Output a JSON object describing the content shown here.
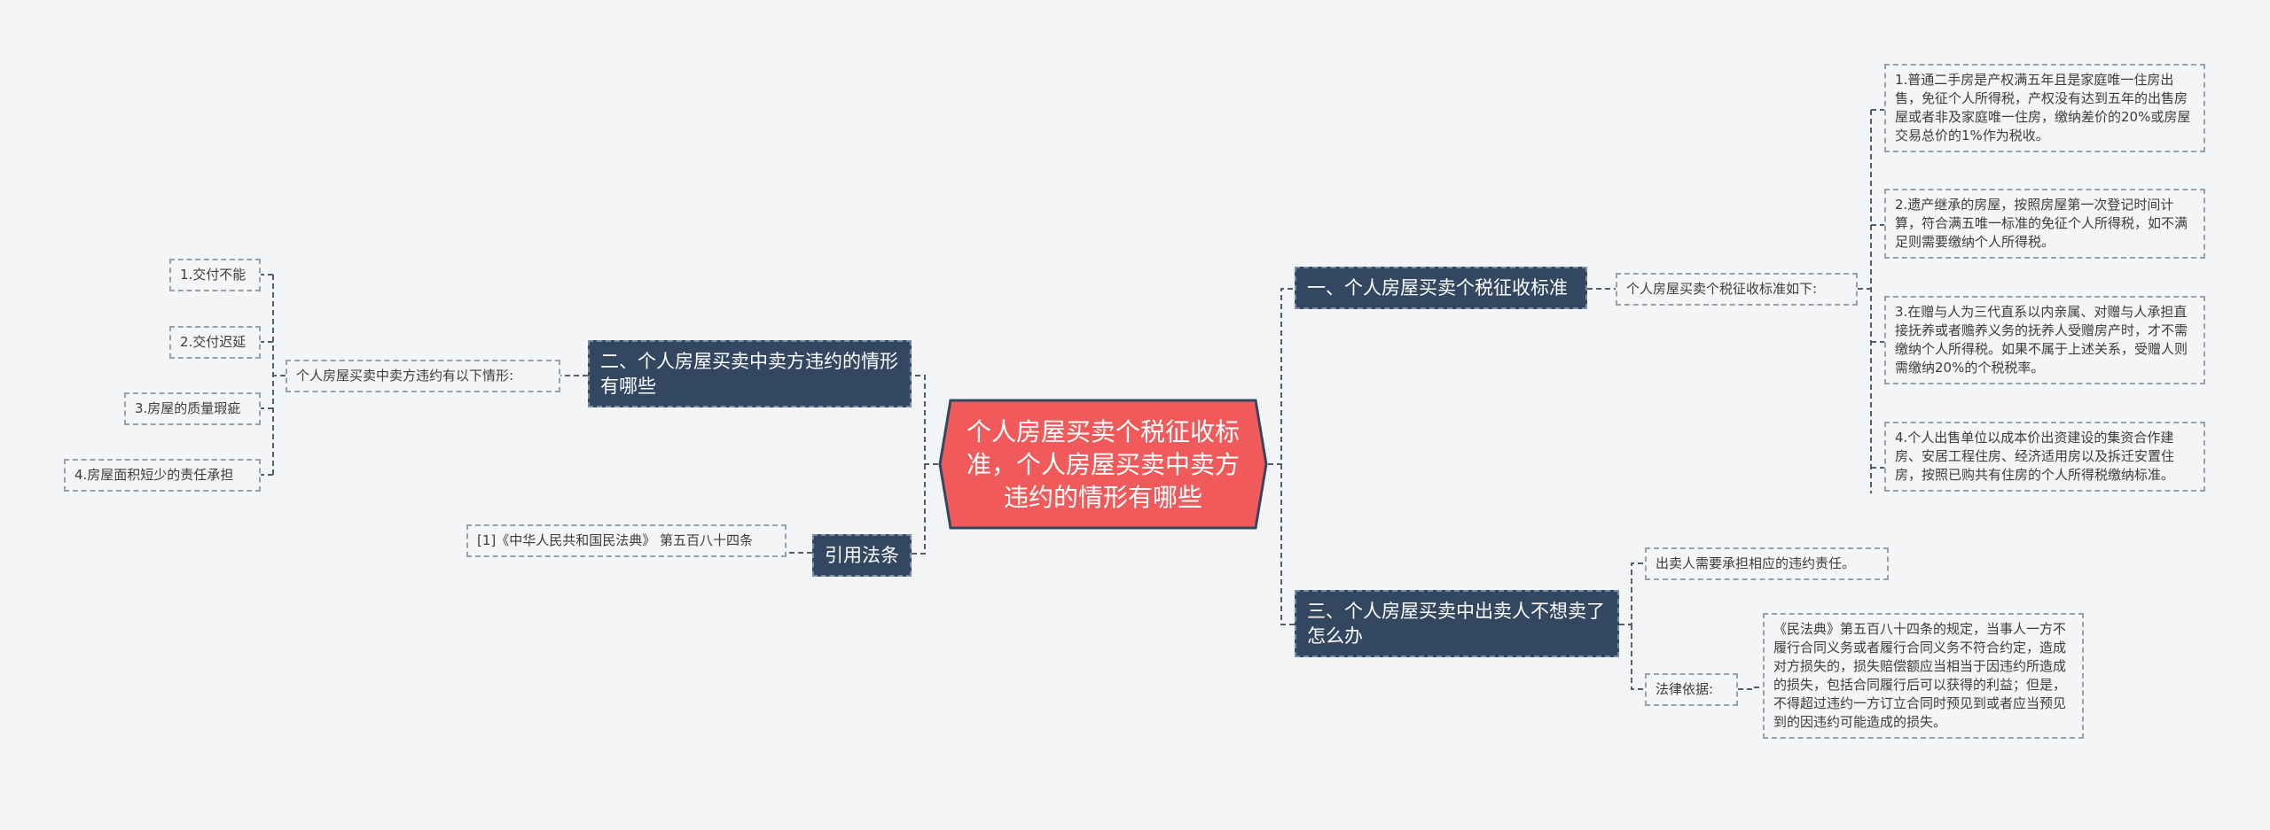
{
  "center": {
    "label": "个人房屋买卖个税征收标准，个人房屋买卖中卖方违约的情形有哪些",
    "color": "#f05a5a"
  },
  "right": {
    "t1": {
      "label": "一、个人房屋买卖个税征收标准",
      "sub": "个人房屋买卖个税征收标准如下:",
      "items": [
        "1.普通二手房是产权满五年且是家庭唯一住房出售，免征个人所得税，产权没有达到五年的出售房屋或者非及家庭唯一住房，缴纳差价的20%或房屋交易总价的1%作为税收。",
        "2.遗产继承的房屋，按照房屋第一次登记时间计算，符合满五唯一标准的免征个人所得税，如不满足则需要缴纳个人所得税。",
        "3.在赠与人为三代直系以内亲属、对赠与人承担直接抚养或者赡养义务的抚养人受赠房产时，才不需缴纳个人所得税。如果不属于上述关系，受赠人则需缴纳20%的个税税率。",
        "4.个人出售单位以成本价出资建设的集资合作建房、安居工程住房、经济适用房以及拆迁安置住房，按照已购共有住房的个人所得税缴纳标准。"
      ]
    },
    "t3": {
      "label": "三、个人房屋买卖中出卖人不想卖了怎么办",
      "sub1": "出卖人需要承担相应的违约责任。",
      "sub2": "法律依据:",
      "law": "《民法典》第五百八十四条的规定，当事人一方不履行合同义务或者履行合同义务不符合约定，造成对方损失的，损失赔偿额应当相当于因违约所造成的损失，包括合同履行后可以获得的利益；但是，不得超过违约一方订立合同时预见到或者应当预见到的因违约可能造成的损失。"
    }
  },
  "left": {
    "t2": {
      "label": "二、个人房屋买卖中卖方违约的情形有哪些",
      "sub": "个人房屋买卖中卖方违约有以下情形:",
      "items": [
        "1.交付不能",
        "2.交付迟延",
        "3.房屋的质量瑕疵",
        "4.房屋面积短少的责任承担"
      ]
    },
    "t4": {
      "label": "引用法条",
      "ref": "[1]《中华人民共和国民法典》 第五百八十四条"
    }
  },
  "colors": {
    "topic": "#334760",
    "line": "#555e6a",
    "center": "#f05a5a"
  }
}
